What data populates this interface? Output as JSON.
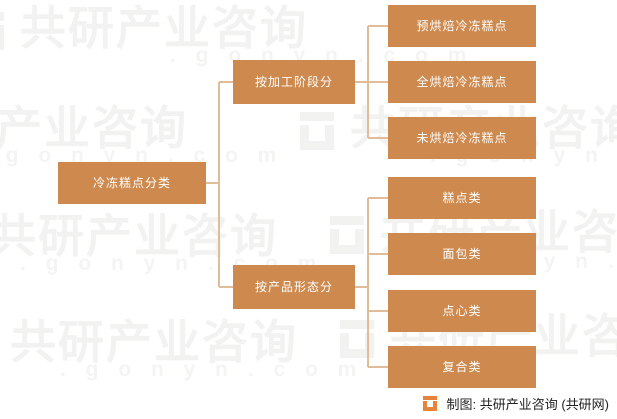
{
  "diagram": {
    "type": "tree",
    "root": {
      "label": "冷冻糕点分类"
    },
    "branches": [
      {
        "label": "按加工阶段分",
        "children": [
          {
            "label": "预烘焙冷冻糕点"
          },
          {
            "label": "全烘焙冷冻糕点"
          },
          {
            "label": "未烘焙冷冻糕点"
          }
        ]
      },
      {
        "label": "按产品形态分",
        "children": [
          {
            "label": "糕点类"
          },
          {
            "label": "面包类"
          },
          {
            "label": "点心类"
          },
          {
            "label": "复合类"
          }
        ]
      }
    ]
  },
  "colors": {
    "node_fill": "#ce8a4e",
    "node_text": "#ffffff",
    "connector": "#e0bc98",
    "logo": "#e8833c",
    "watermark": "#f2f2f0",
    "background": "#ffffff"
  },
  "watermark": {
    "big_text": "共研产业咨询",
    "small_text": ". g o n y n . c o m",
    "logo_name": "gongyan-logo-icon"
  },
  "footer": {
    "credit": "制图: 共研产业咨询 (共研网)",
    "logo_name": "gongyan-logo-icon"
  }
}
